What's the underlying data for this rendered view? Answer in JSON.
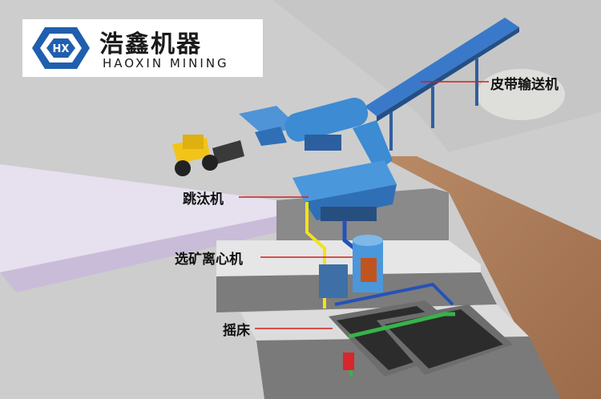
{
  "brand": {
    "name_cn": "浩鑫机器",
    "name_en": "HAOXIN MINING",
    "logo_mark": "HX"
  },
  "labels": {
    "belt_conveyor": "皮带输送机",
    "jig": "跳汰机",
    "centrifugal_concentrator": "选矿离心机",
    "shaking_table": "摇床"
  },
  "icons": {
    "logo": "hexagon-logo-icon"
  },
  "colors": {
    "brand_blue": "#1f5fae",
    "callout_line": "#d21e1e",
    "machine_blue": "#3c8bd3",
    "loader_yellow": "#f2c419",
    "pipe_yellow": "#f3e21a",
    "pipe_green": "#37b34a",
    "valve_red": "#d8262a"
  }
}
